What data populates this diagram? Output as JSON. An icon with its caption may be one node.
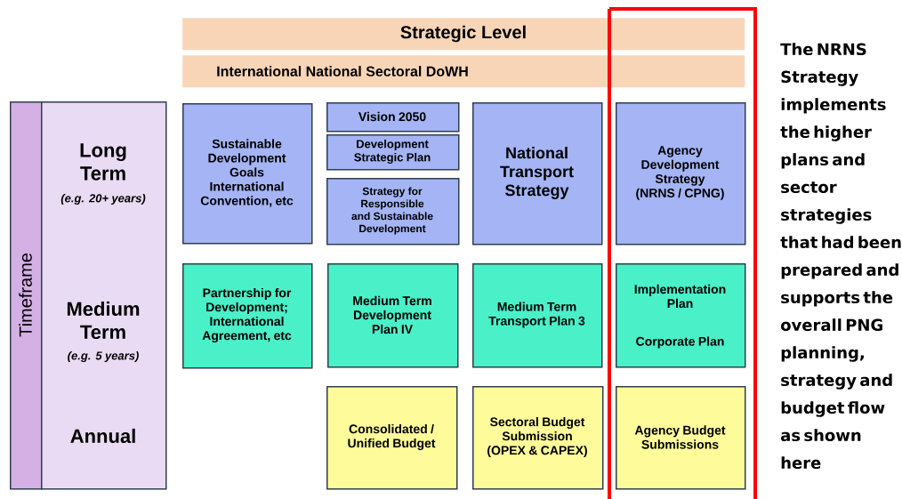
{
  "diagram": {
    "nodes": [
      {
        "text": [
          "Strategic Level"
        ]
      },
      {
        "text": [
          "International National Sectoral DoWH"
        ]
      },
      {
        "text": [
          "Timeframe"
        ]
      },
      {
        "text": [
          "Long Term",
          "(e.g. 20+ years)",
          "Medium Term",
          "(e.g. 5 years)",
          "Annual"
        ]
      },
      {
        "text": [
          "Sustainable Development Goals International Convention, etc"
        ]
      },
      {
        "text": [
          "Vision 2050"
        ]
      },
      {
        "text": [
          "Development Strategic Plan"
        ]
      },
      {
        "text": [
          "Strategy for Responsible and Sustainable Development"
        ]
      },
      {
        "text": [
          "National Transport Strategy"
        ]
      },
      {
        "text": [
          "Agency Development Strategy (NRNS / CPNG)"
        ]
      },
      {
        "text": [
          "Partnership for Development; International Agreement, etc"
        ]
      },
      {
        "text": [
          "Medium Term Development Plan IV"
        ]
      },
      {
        "text": [
          "Medium Term Transport Plan 3"
        ]
      },
      {
        "text": [
          "Implementation Plan",
          "Corporate Plan"
        ]
      },
      {
        "text": [
          "Consolidated / Unified Budget"
        ]
      },
      {
        "text": [
          "Sectoral Budget Submission (OPEX & CAPEX)"
        ]
      },
      {
        "text": [
          "Agency Budget Submissions"
        ]
      }
    ],
    "labels": [
      "The NRNS Strategy implements the higher plans and sector strategies that had been prepared and supports the overall PNG planning, strategy and budget flow as shown here"
    ]
  }
}
